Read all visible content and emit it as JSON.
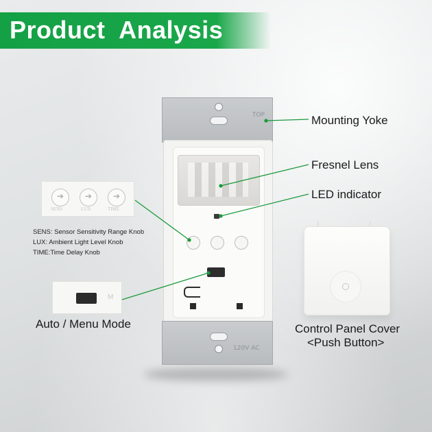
{
  "banner": {
    "title": "Product  Analysis"
  },
  "callouts": {
    "mounting_yoke": "Mounting Yoke",
    "fresnel_lens": "Fresnel Lens",
    "led_indicator": "LED indicator",
    "auto_menu_mode": "Auto / Menu Mode",
    "cover_line1": "Control Panel Cover",
    "cover_line2": "<Push Button>"
  },
  "knob_legend": {
    "sens": "SENS: Sensor Sensitivity Range Knob",
    "lux": "LUX: Ambient Light Level Knob",
    "time": "TIME:Time Delay Knob"
  },
  "knob_labels": [
    "SENS",
    "LUX",
    "TIME"
  ],
  "device_markings": {
    "top": "TOP",
    "rating": "120V AC"
  },
  "switch_marking": "M",
  "colors": {
    "banner": "#1aa74a",
    "leader_line": "#1a9a3c"
  }
}
